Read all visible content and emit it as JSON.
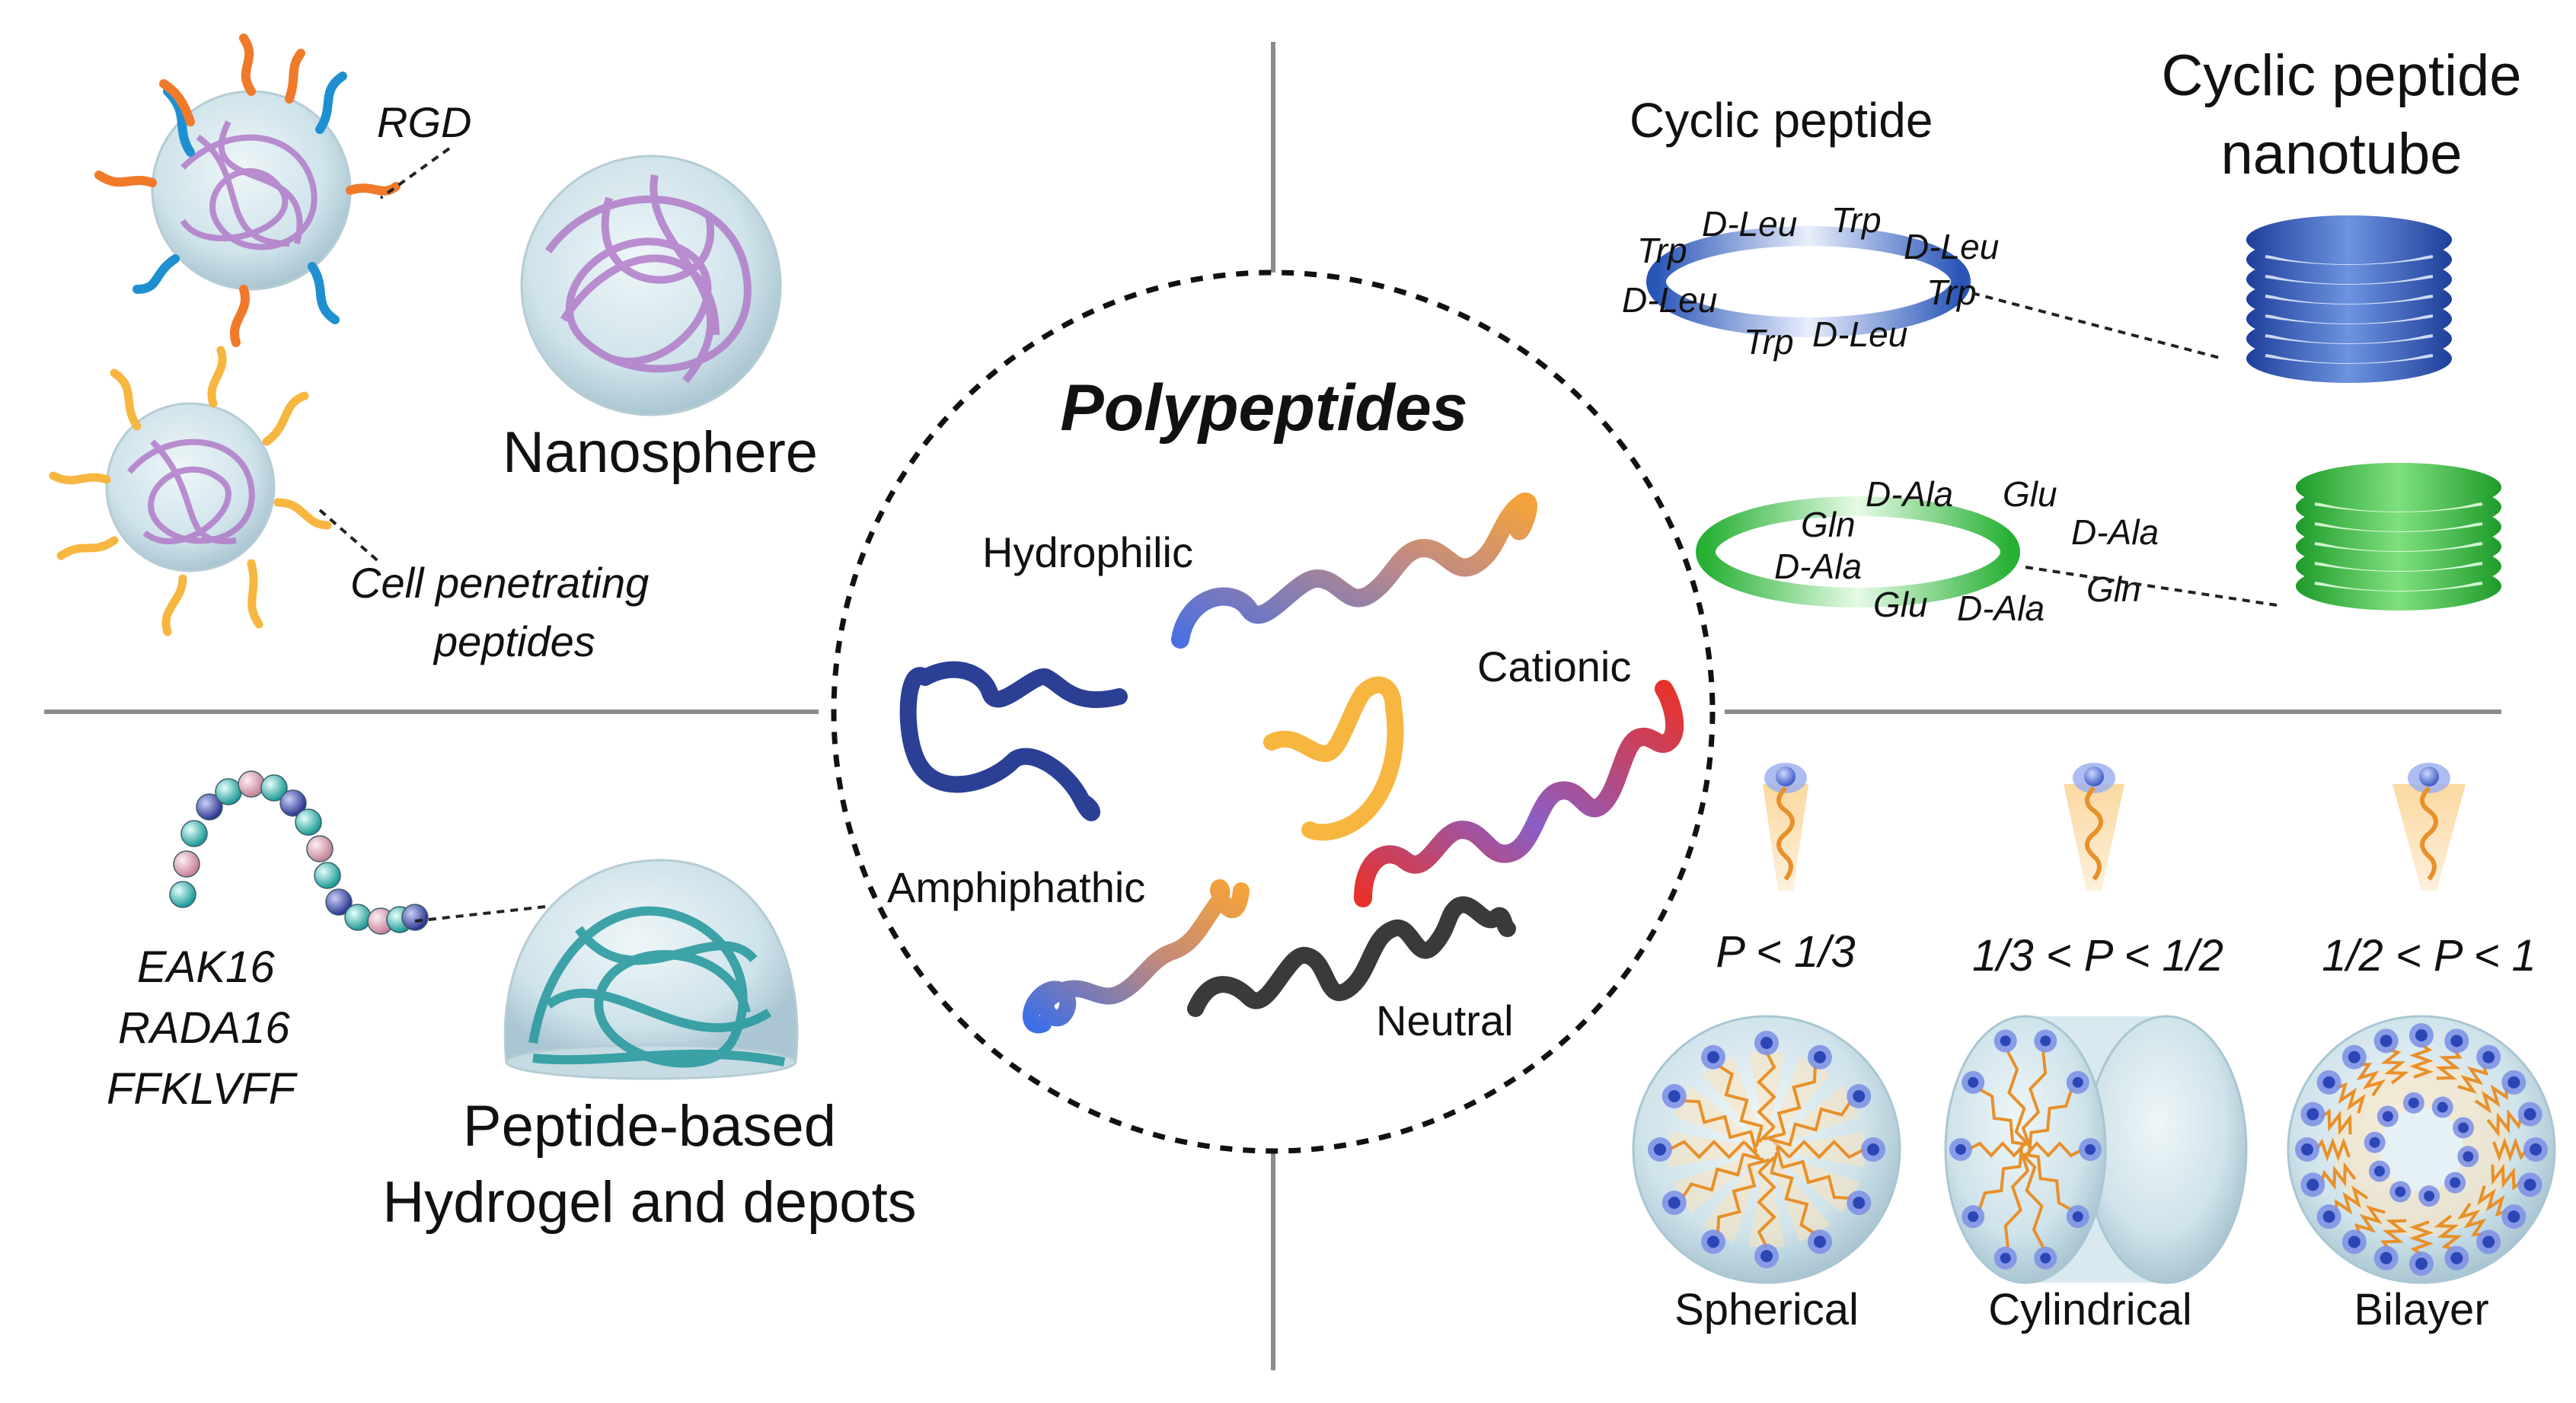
{
  "center": {
    "title": "Polypeptides",
    "types": {
      "hydrophilic": "Hydrophilic",
      "cationic": "Cationic",
      "amphiphathic": "Amphiphathic",
      "neutral": "Neutral"
    }
  },
  "top_left": {
    "rgd": "RGD",
    "nanosphere": "Nanosphere",
    "cpp_line1": "Cell penetrating",
    "cpp_line2": "peptides"
  },
  "bottom_left": {
    "seq1": "EAK16",
    "seq2": "RADA16",
    "seq3": "FFKLVFF",
    "title_line1": "Peptide-based",
    "title_line2": "Hydrogel and depots"
  },
  "top_right": {
    "cyclic_peptide": "Cyclic peptide",
    "nanotube_line1": "Cyclic peptide",
    "nanotube_line2": "nanotube",
    "ring1_residues": [
      "Trp",
      "D-Leu",
      "Trp",
      "D-Leu",
      "Trp",
      "D-Leu",
      "Trp",
      "D-Leu"
    ],
    "ring2_residues": [
      "Gln",
      "D-Ala",
      "Glu",
      "D-Ala",
      "Gln",
      "D-Ala",
      "Glu",
      "D-Ala"
    ]
  },
  "bottom_right": {
    "p1": "P < 1/3",
    "p2": "1/3 < P < 1/2",
    "p3": "1/2 < P < 1",
    "shape1": "Spherical",
    "shape2": "Cylindrical",
    "shape3": "Bilayer"
  },
  "colors": {
    "hydrophilic_start": "#4a6fe0",
    "hydrophilic_end": "#f5a33a",
    "dark_blue": "#2b3f95",
    "orange": "#f7b640",
    "cationic_start": "#e8322a",
    "cationic_end": "#7a58c8",
    "neutral": "#3a3a3a",
    "rgd_orange": "#f07a2a",
    "rgd_blue": "#1e90d0",
    "ring_blue": "#2f5fc0",
    "ring_green": "#2cbb3a",
    "hydrogel_teal": "#2a9a9e",
    "polymer_purple": "#b07ac8"
  }
}
